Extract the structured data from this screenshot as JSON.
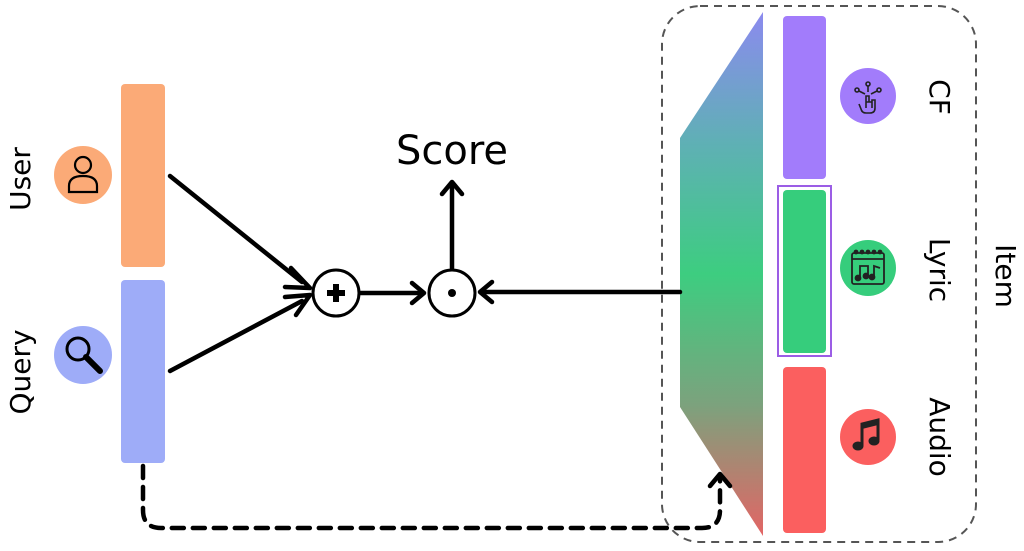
{
  "labels": {
    "score": "Score",
    "user": "User",
    "query": "Query",
    "item": "Item",
    "cf": "CF",
    "lyric": "Lyric",
    "audio": "Audio"
  },
  "operators": {
    "add": "plus-operator",
    "dot": "dot-product-operator"
  },
  "icons": {
    "user": "person-icon",
    "query": "magnifier-icon",
    "cf": "touch-network-icon",
    "lyric": "music-sheet-icon",
    "audio": "music-note-icon"
  },
  "colors": {
    "user": "#FBAA77",
    "query": "#9EACF8",
    "cf": "#A27CFB",
    "lyric": "#36CD7C",
    "audio": "#FB5F5F",
    "lyric_highlight": "#9B5DE5",
    "arrow": "#000000"
  }
}
